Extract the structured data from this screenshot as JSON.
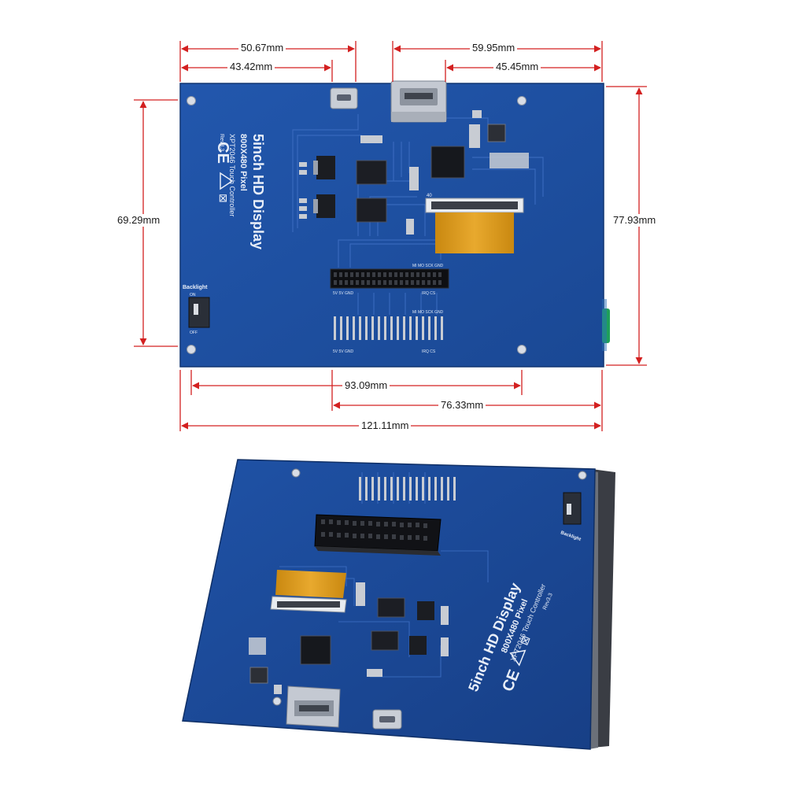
{
  "dimensions": {
    "top_left_outer": "50.67mm",
    "top_left_inner": "43.42mm",
    "top_right_outer": "59.95mm",
    "top_right_inner": "45.45mm",
    "left_height": "69.29mm",
    "right_height": "77.93mm",
    "bottom_hole_span": "93.09mm",
    "bottom_right_span": "76.33mm",
    "bottom_total_width": "121.11mm"
  },
  "board": {
    "title": "5inch HD Display",
    "resolution": "800X480 Pixel",
    "controller": "XPT2046 Touch Controller",
    "revision": "Rev3.3",
    "backlight_label": "Backlight",
    "switch_on": "ON",
    "switch_off": "OFF",
    "header_top_pins": "MI MO SCK GND",
    "header_bottom_pins_left": "5V  5V GND",
    "header_bottom_pins_right": "IRQ    CS",
    "fpc_pin_label": "40"
  },
  "colors": {
    "pcb_blue": "#1f4fa0",
    "pcb_edge": "#163e82",
    "dimension_line": "#d32020",
    "fpc_orange": "#d9981e"
  }
}
